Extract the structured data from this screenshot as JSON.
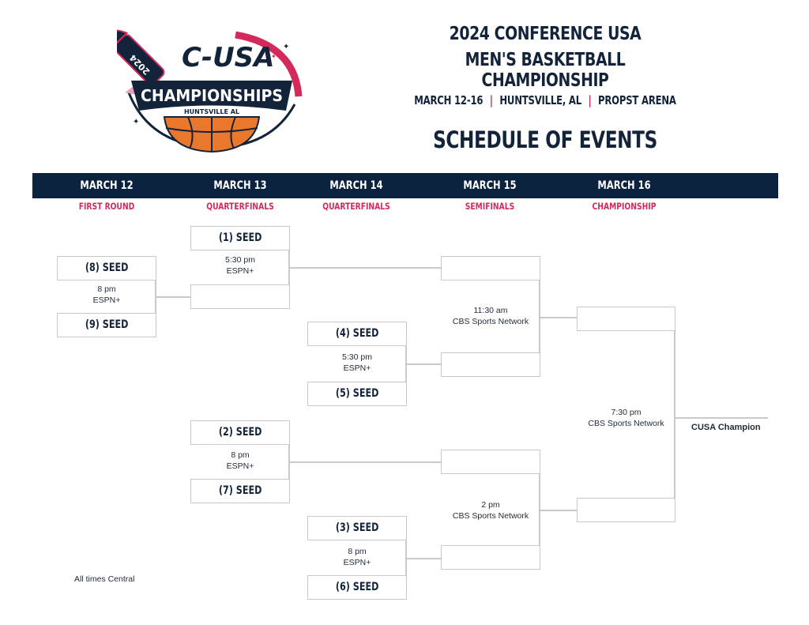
{
  "logo": {
    "icon": "cusa-championships-logo",
    "year": "2024",
    "brand": "C-USA",
    "wordmark": "CHAMPIONSHIPS",
    "location": "HUNTSVILLE AL",
    "colors": {
      "navy": "#13243a",
      "red": "#d42a5b",
      "orange": "#e9782c"
    }
  },
  "header": {
    "title_line1": "2024 CONFERENCE USA",
    "title_line2": "MEN'S BASKETBALL CHAMPIONSHIP",
    "dates": "MARCH 12-16",
    "city": "HUNTSVILLE, AL",
    "venue": "PROPST ARENA",
    "separator": "|",
    "schedule_title": "SCHEDULE OF EVENTS"
  },
  "days": [
    {
      "date": "MARCH 12",
      "round": "FIRST ROUND"
    },
    {
      "date": "MARCH 13",
      "round": "QUARTERFINALS"
    },
    {
      "date": "MARCH 14",
      "round": "QUARTERFINALS"
    },
    {
      "date": "MARCH 15",
      "round": "SEMIFINALS"
    },
    {
      "date": "MARCH 16",
      "round": "CHAMPIONSHIP"
    }
  ],
  "bracket": {
    "first_round": {
      "top": "(8) SEED",
      "bottom": "(9) SEED",
      "time": "8 pm",
      "network": "ESPN+"
    },
    "qf1": {
      "top": "(1) SEED",
      "bottom": "",
      "time": "5:30 pm",
      "network": "ESPN+"
    },
    "qf2": {
      "top": "(4) SEED",
      "bottom": "(5) SEED",
      "time": "5:30 pm",
      "network": "ESPN+"
    },
    "qf3": {
      "top": "(2) SEED",
      "bottom": "(7) SEED",
      "time": "8 pm",
      "network": "ESPN+"
    },
    "qf4": {
      "top": "(3) SEED",
      "bottom": "(6) SEED",
      "time": "8 pm",
      "network": "ESPN+"
    },
    "sf1": {
      "top": "",
      "bottom": "",
      "time": "11:30 am",
      "network": "CBS Sports Network"
    },
    "sf2": {
      "top": "",
      "bottom": "",
      "time": "2 pm",
      "network": "CBS Sports Network"
    },
    "final": {
      "top": "",
      "bottom": "",
      "time": "7:30 pm",
      "network": "CBS Sports Network"
    },
    "champion_label": "CUSA Champion"
  },
  "footer": {
    "timezone_note": "All times Central"
  }
}
